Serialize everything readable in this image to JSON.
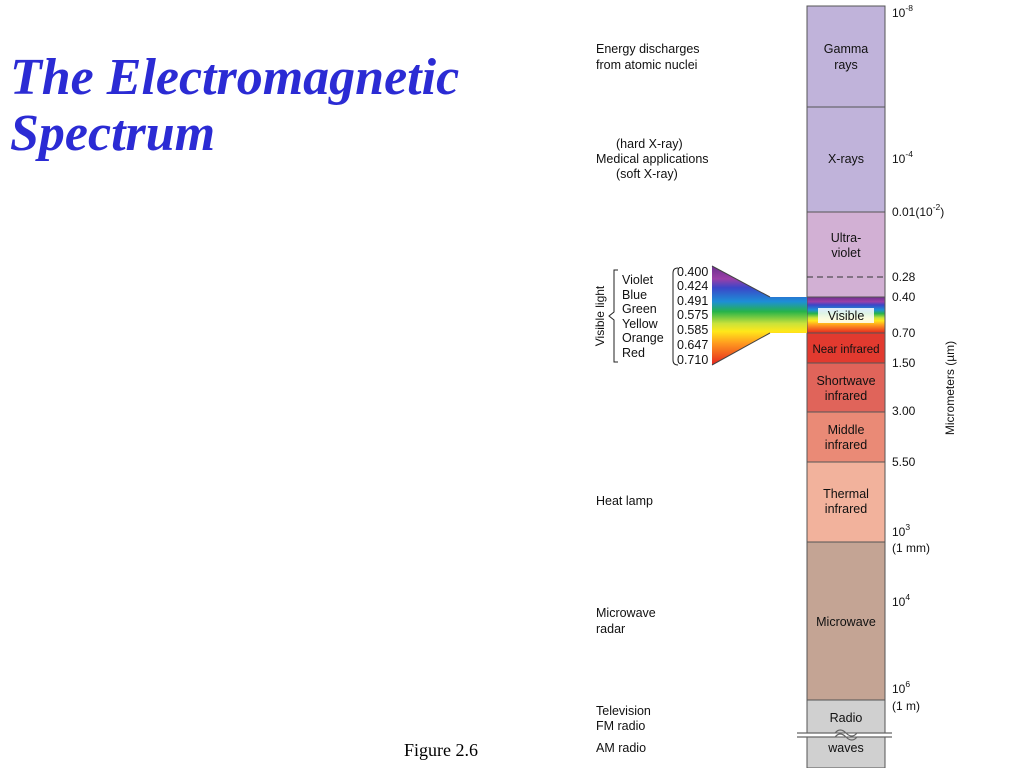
{
  "slide": {
    "title_line1": "The Electromagnetic",
    "title_line2": "Spectrum",
    "caption": "Figure  2.6"
  },
  "spectrum": {
    "axis_label": "Micrometers (µm)",
    "bands": [
      {
        "lines": [
          "Gamma",
          "rays"
        ],
        "color": "#c0b3da"
      },
      {
        "lines": [
          "X-rays"
        ],
        "color": "#c0b3da"
      },
      {
        "lines": [
          "Ultra-",
          "violet"
        ],
        "color": "#d2b0d4"
      },
      {
        "lines": [
          "Visible"
        ],
        "color": "#ffffff"
      },
      {
        "lines": [
          "Near infrared"
        ],
        "color": "#e23a2f"
      },
      {
        "lines": [
          "Shortwave",
          "infrared"
        ],
        "color": "#e0645a"
      },
      {
        "lines": [
          "Middle",
          "infrared"
        ],
        "color": "#ea8a76"
      },
      {
        "lines": [
          "Thermal",
          "infrared"
        ],
        "color": "#f2b29c"
      },
      {
        "lines": [
          "Microwave"
        ],
        "color": "#c4a494"
      },
      {
        "lines": [
          "Radio"
        ],
        "color": "#d0d0d0"
      },
      {
        "lines": [
          "waves"
        ],
        "color": "#d0d0d0"
      }
    ],
    "ticks": [
      {
        "base": "10",
        "sup": "-8"
      },
      {
        "base": "10",
        "sup": "-4"
      },
      {
        "base": "0.01(10",
        "sup": "-2",
        "after": ")"
      },
      {
        "base": "0.28"
      },
      {
        "base": "0.40"
      },
      {
        "base": "0.70"
      },
      {
        "base": "1.50"
      },
      {
        "base": "3.00"
      },
      {
        "base": "5.50"
      },
      {
        "base": "10",
        "sup": "3",
        "line2": "(1 mm)"
      },
      {
        "base": "10",
        "sup": "4"
      },
      {
        "base": "10",
        "sup": "6",
        "line2": "(1 m)"
      }
    ],
    "left_labels": [
      {
        "lines": [
          "Energy discharges",
          "from atomic nuclei"
        ]
      },
      {
        "lines": [
          "(hard X-ray)",
          "Medical applications",
          "(soft X-ray)"
        ]
      },
      {
        "lines": [
          "Heat lamp"
        ]
      },
      {
        "lines": [
          "Microwave",
          "radar"
        ]
      },
      {
        "lines": [
          "Television",
          "FM radio"
        ]
      },
      {
        "lines": [
          "AM radio"
        ]
      }
    ],
    "visible_light": {
      "label": "Visible light",
      "colors": [
        "Violet",
        "Blue",
        "Green",
        "Yellow",
        "Orange",
        "Red"
      ],
      "wavelengths": [
        "0.400",
        "0.424",
        "0.491",
        "0.575",
        "0.585",
        "0.647",
        "0.710"
      ]
    }
  }
}
